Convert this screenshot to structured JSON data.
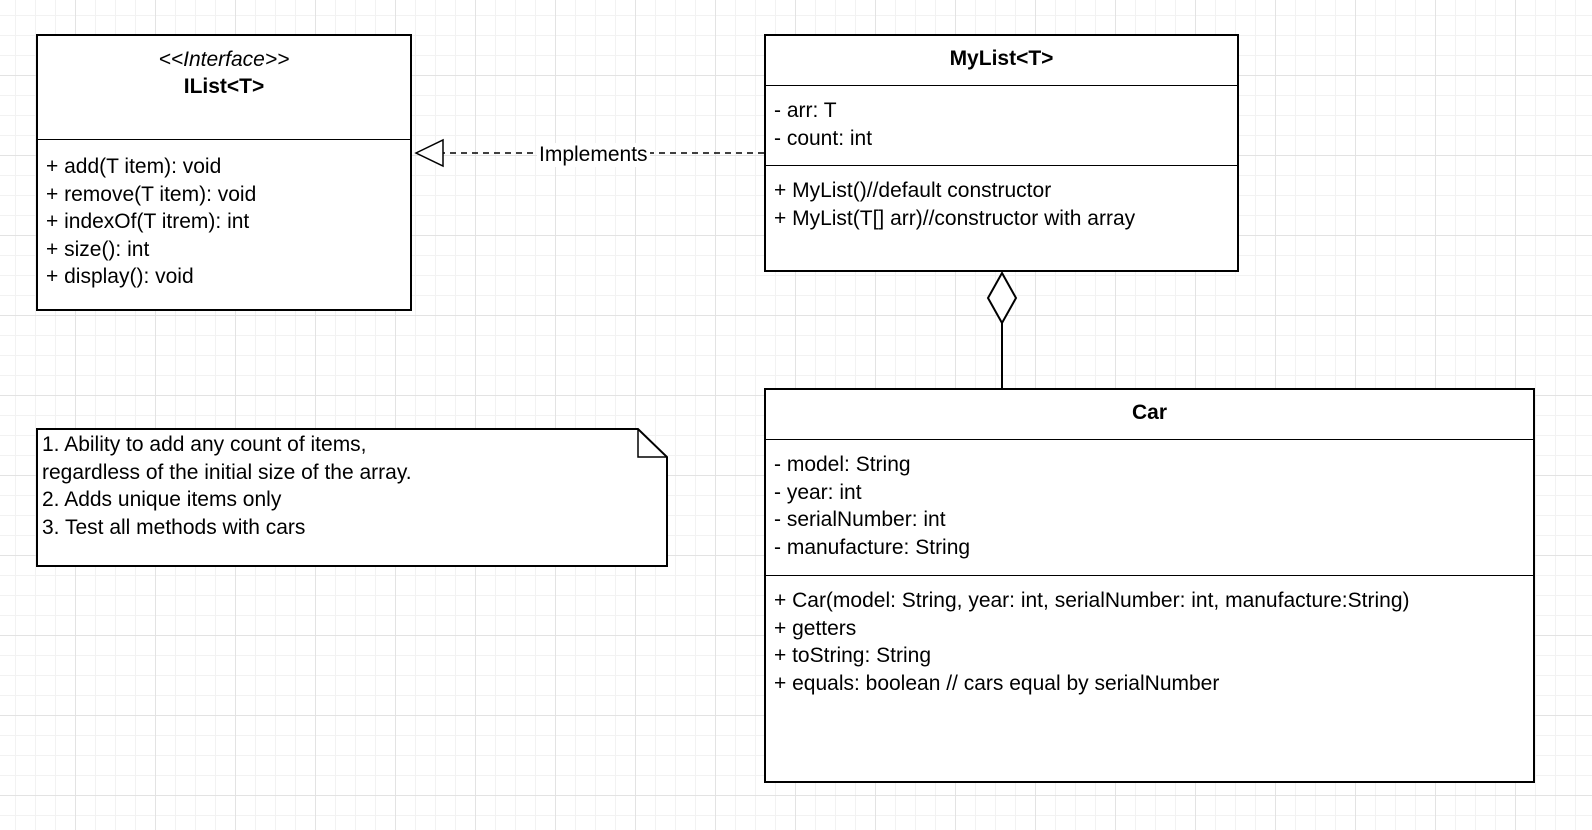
{
  "interface_box": {
    "stereotype": "<<Interface>>",
    "name": "IList<T>",
    "methods": [
      "+ add(T item): void",
      "+ remove(T item): void",
      "+ indexOf(T itrem): int",
      "+ size(): int",
      "+ display(): void"
    ]
  },
  "mylist_box": {
    "name": "MyList<T>",
    "attributes": [
      "- arr: T",
      "- count: int"
    ],
    "methods": [
      "+ MyList()//default constructor",
      "+ MyList(T[] arr)//constructor with array"
    ]
  },
  "car_box": {
    "name": "Car",
    "attributes": [
      "- model: String",
      "- year: int",
      "- serialNumber: int",
      "- manufacture: String"
    ],
    "methods": [
      "+ Car(model: String, year: int, serialNumber: int, manufacture:String)",
      "+ getters",
      "+ toString: String",
      "+ equals: boolean // cars equal by serialNumber"
    ]
  },
  "note": {
    "lines": [
      "1. Ability to add any count of items,",
      "regardless of the initial size of the array.",
      "2. Adds unique items only",
      "3. Test all methods with cars"
    ]
  },
  "relations": {
    "implements_label": "Implements"
  }
}
